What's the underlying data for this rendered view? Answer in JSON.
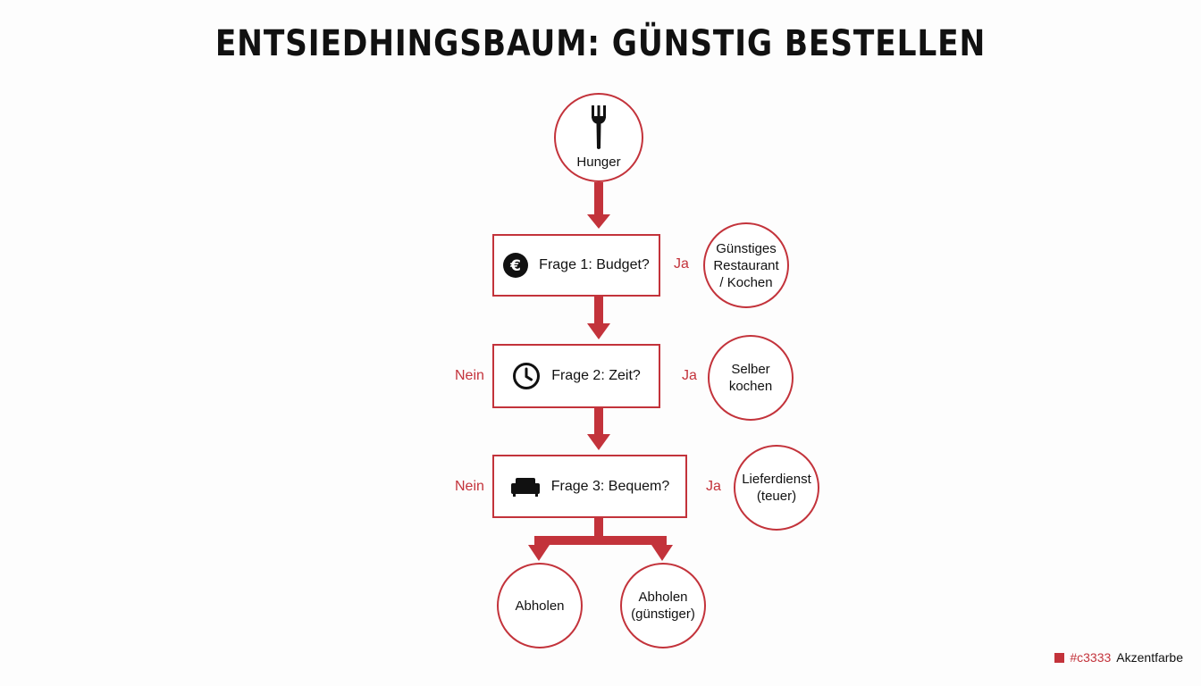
{
  "title": "ENTSIEDHINGSBAUM: GÜNSTIG BESTELLEN",
  "accent_color": "#c3333b",
  "start": {
    "label": "Hunger",
    "icon": "fork-icon"
  },
  "questions": [
    {
      "label": "Frage 1: Budget?",
      "icon": "euro-icon",
      "yes": "Ja",
      "no": ""
    },
    {
      "label": "Frage 2: Zeit?",
      "icon": "clock-icon",
      "yes": "Ja",
      "no": "Nein"
    },
    {
      "label": "Frage 3: Bequem?",
      "icon": "sofa-icon",
      "yes": "Ja",
      "no": "Nein"
    }
  ],
  "outcomes": [
    {
      "lines": [
        "Günstiges",
        "Restaurant",
        "/ Kochen"
      ]
    },
    {
      "lines": [
        "Selber",
        "kochen"
      ]
    },
    {
      "lines": [
        "Lieferdienst",
        "(teuer)"
      ]
    },
    {
      "lines": [
        "Abholen"
      ]
    },
    {
      "lines": [
        "Abholen",
        "(günstiger)"
      ]
    }
  ],
  "legend": {
    "hex": "#c3333",
    "label": "Akzentfarbe"
  }
}
